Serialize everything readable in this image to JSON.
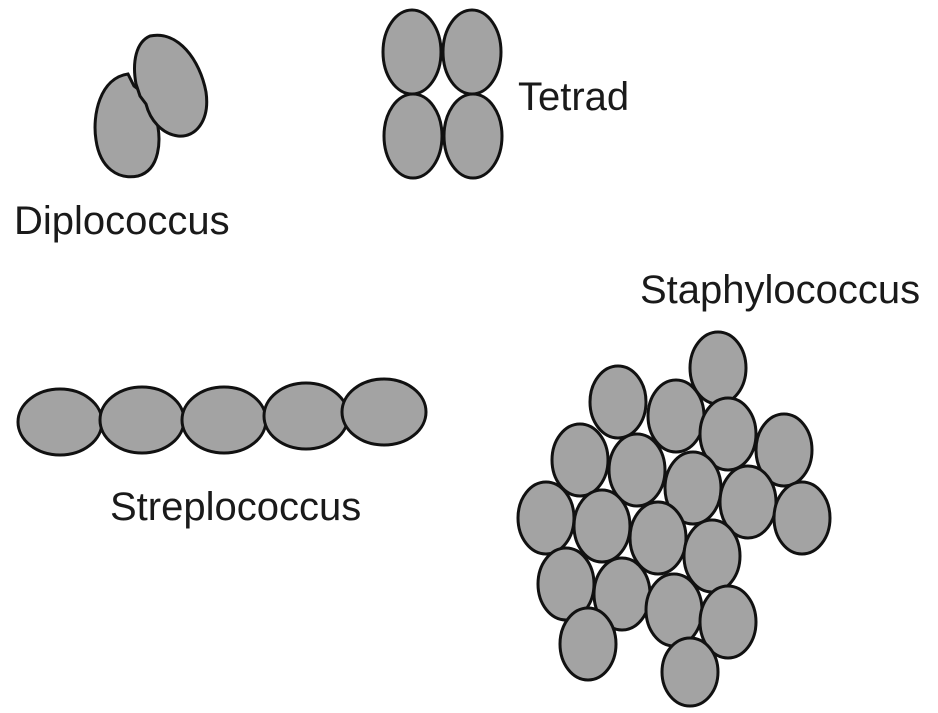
{
  "diagram": {
    "labels": {
      "diplococcus": "Diplococcus",
      "tetrad": "Tetrad",
      "staphylococcus": "Staphylococcus",
      "streptococcus": "Streplococcus"
    },
    "colors": {
      "cell_fill": "#a3a3a3",
      "cell_outline": "#111111",
      "label_text": "#1a1a1a",
      "background": "#ffffff"
    }
  }
}
